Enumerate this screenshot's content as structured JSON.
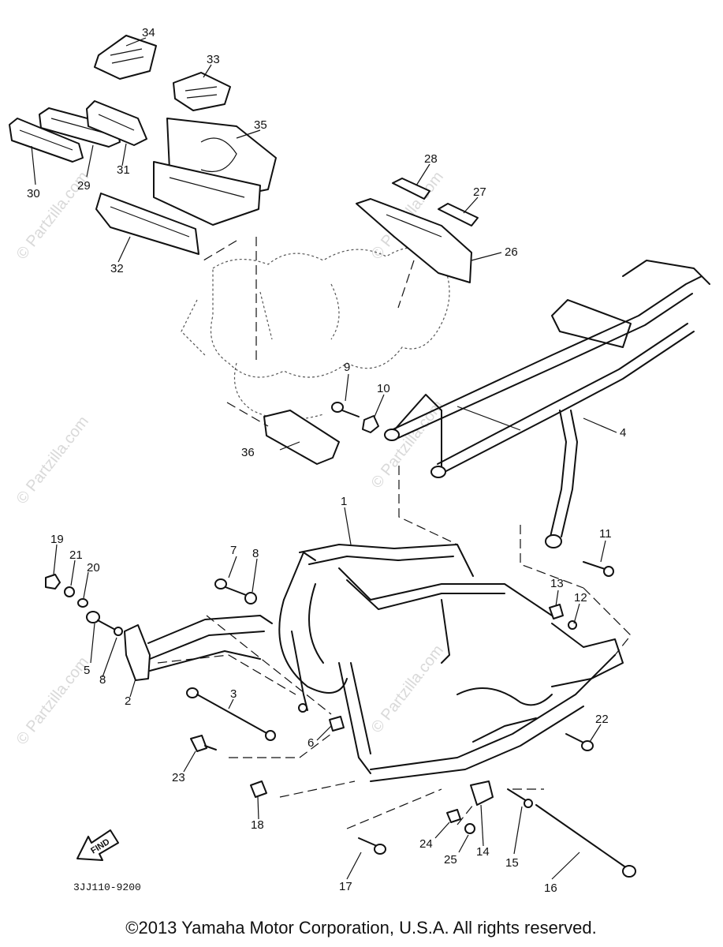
{
  "watermark": "© Partzilla.com",
  "drawing_number": "3JJ110-9200",
  "copyright": "©2013 Yamaha Motor Corporation, U.S.A. All rights reserved.",
  "find_label": "FIND",
  "callouts": {
    "c1": "1",
    "c2": "2",
    "c3": "3",
    "c4": "4",
    "c5": "5",
    "c6": "6",
    "c7": "7",
    "c8a": "8",
    "c8b": "8",
    "c9": "9",
    "c10": "10",
    "c11": "11",
    "c12": "12",
    "c13": "13",
    "c14": "14",
    "c15": "15",
    "c16": "16",
    "c17": "17",
    "c18": "18",
    "c19": "19",
    "c20": "20",
    "c21": "21",
    "c22": "22",
    "c23": "23",
    "c24": "24",
    "c25": "25",
    "c26": "26",
    "c27": "27",
    "c28": "28",
    "c29": "29",
    "c30": "30",
    "c31": "31",
    "c32": "32",
    "c33": "33",
    "c34": "34",
    "c35": "35",
    "c36": "36"
  }
}
